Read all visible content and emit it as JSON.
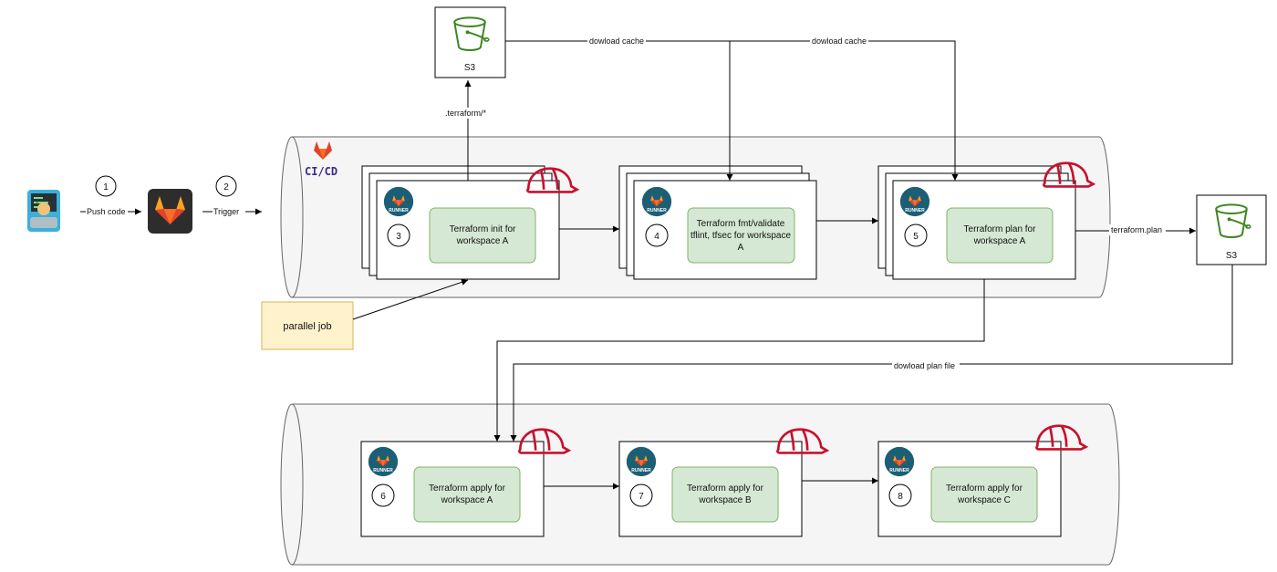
{
  "colors": {
    "s3_green": "#3f8624",
    "gitlab_orange": "#e24329",
    "runner_teal": "#1c5f75",
    "helmet_red": "#c8102e",
    "task_fill": "#d5e8d4",
    "task_border": "#82b366",
    "note_fill": "#fff2cc",
    "note_border": "#d6b656",
    "pipeline_fill": "#f5f5f5",
    "pipeline_border": "#666666",
    "cicd_text": "#3b2a8c"
  },
  "actors": {
    "developer_icon": "technologist-emoji",
    "gitlab_icon": "gitlab-logo-icon"
  },
  "steps": {
    "s1": "1",
    "s2": "2",
    "s3": "3",
    "s4": "4",
    "s5": "5",
    "s6": "6",
    "s7": "7",
    "s8": "8"
  },
  "edges": {
    "push_code": "Push code",
    "trigger": "Trigger",
    "terraform_dir": ".terraform/*",
    "download_cache_1": "dowload cache",
    "download_cache_2": "dowload cache",
    "terraform_plan": "terraform.plan",
    "download_plan_file": "dowload plan file"
  },
  "s3": {
    "top_label": "S3",
    "right_label": "S3"
  },
  "pipeline": {
    "cicd_label": "CI/CD",
    "runner_badge": "RUNNER"
  },
  "jobs": {
    "init": [
      "Terraform init for",
      "workspace A"
    ],
    "fmt": [
      "Terraform fmt/validate",
      "tflint, tfsec for workspace",
      "A"
    ],
    "plan": [
      "Terraform plan for",
      "workspace A"
    ],
    "apply_a": [
      "Terraform apply for",
      "workspace A"
    ],
    "apply_b": [
      "Terraform apply for",
      "workspace B"
    ],
    "apply_c": [
      "Terraform apply for",
      "workspace C"
    ]
  },
  "note": {
    "parallel_job": "parallel job"
  }
}
